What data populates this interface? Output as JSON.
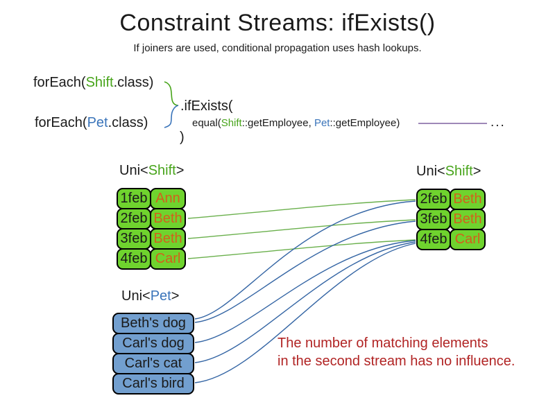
{
  "slide": {
    "title": "Constraint Streams: ifExists()",
    "subtitle": "If joiners are used, conditional propagation uses hash lookups."
  },
  "code": {
    "foreach_shift": {
      "pre": "forEach(",
      "cls": "Shift",
      "post": ".class)"
    },
    "foreach_pet": {
      "pre": "forEach(",
      "cls": "Pet",
      "post": ".class)"
    },
    "if_exists": ".ifExists(",
    "equal": {
      "pre": "equal(",
      "shift": "Shift",
      "mid": "::getEmployee, ",
      "pet": "Pet",
      "post": "::getEmployee)"
    },
    "close_paren": ")",
    "ellipsis": "..."
  },
  "left_shift_table": {
    "label": {
      "pre": "Uni<",
      "type": "Shift",
      "post": ">"
    },
    "rows": [
      {
        "date": "1feb",
        "employee": "Ann"
      },
      {
        "date": "2feb",
        "employee": "Beth"
      },
      {
        "date": "3feb",
        "employee": "Beth"
      },
      {
        "date": "4feb",
        "employee": "Carl"
      }
    ]
  },
  "right_shift_table": {
    "label": {
      "pre": "Uni<",
      "type": "Shift",
      "post": ">"
    },
    "rows": [
      {
        "date": "2feb",
        "employee": "Beth"
      },
      {
        "date": "3feb",
        "employee": "Beth"
      },
      {
        "date": "4feb",
        "employee": "Carl"
      }
    ]
  },
  "pet_list": {
    "label": {
      "pre": "Uni<",
      "type": "Pet",
      "post": ">"
    },
    "items": [
      "Beth's dog",
      "Carl's dog",
      "Carl's cat",
      "Carl's bird"
    ]
  },
  "note": {
    "line1": "The number of matching elements",
    "line2": "in the second stream has no influence."
  },
  "colors": {
    "green_fill": "#6fd32e",
    "blue_fill": "#729fcf",
    "orange_text": "#d2611c",
    "code_green": "#47a41a",
    "code_blue": "#3a74ba",
    "note_red": "#b12424",
    "line_green": "#6ab04c",
    "line_blue": "#3465a4",
    "line_purple": "#7e60a0"
  }
}
